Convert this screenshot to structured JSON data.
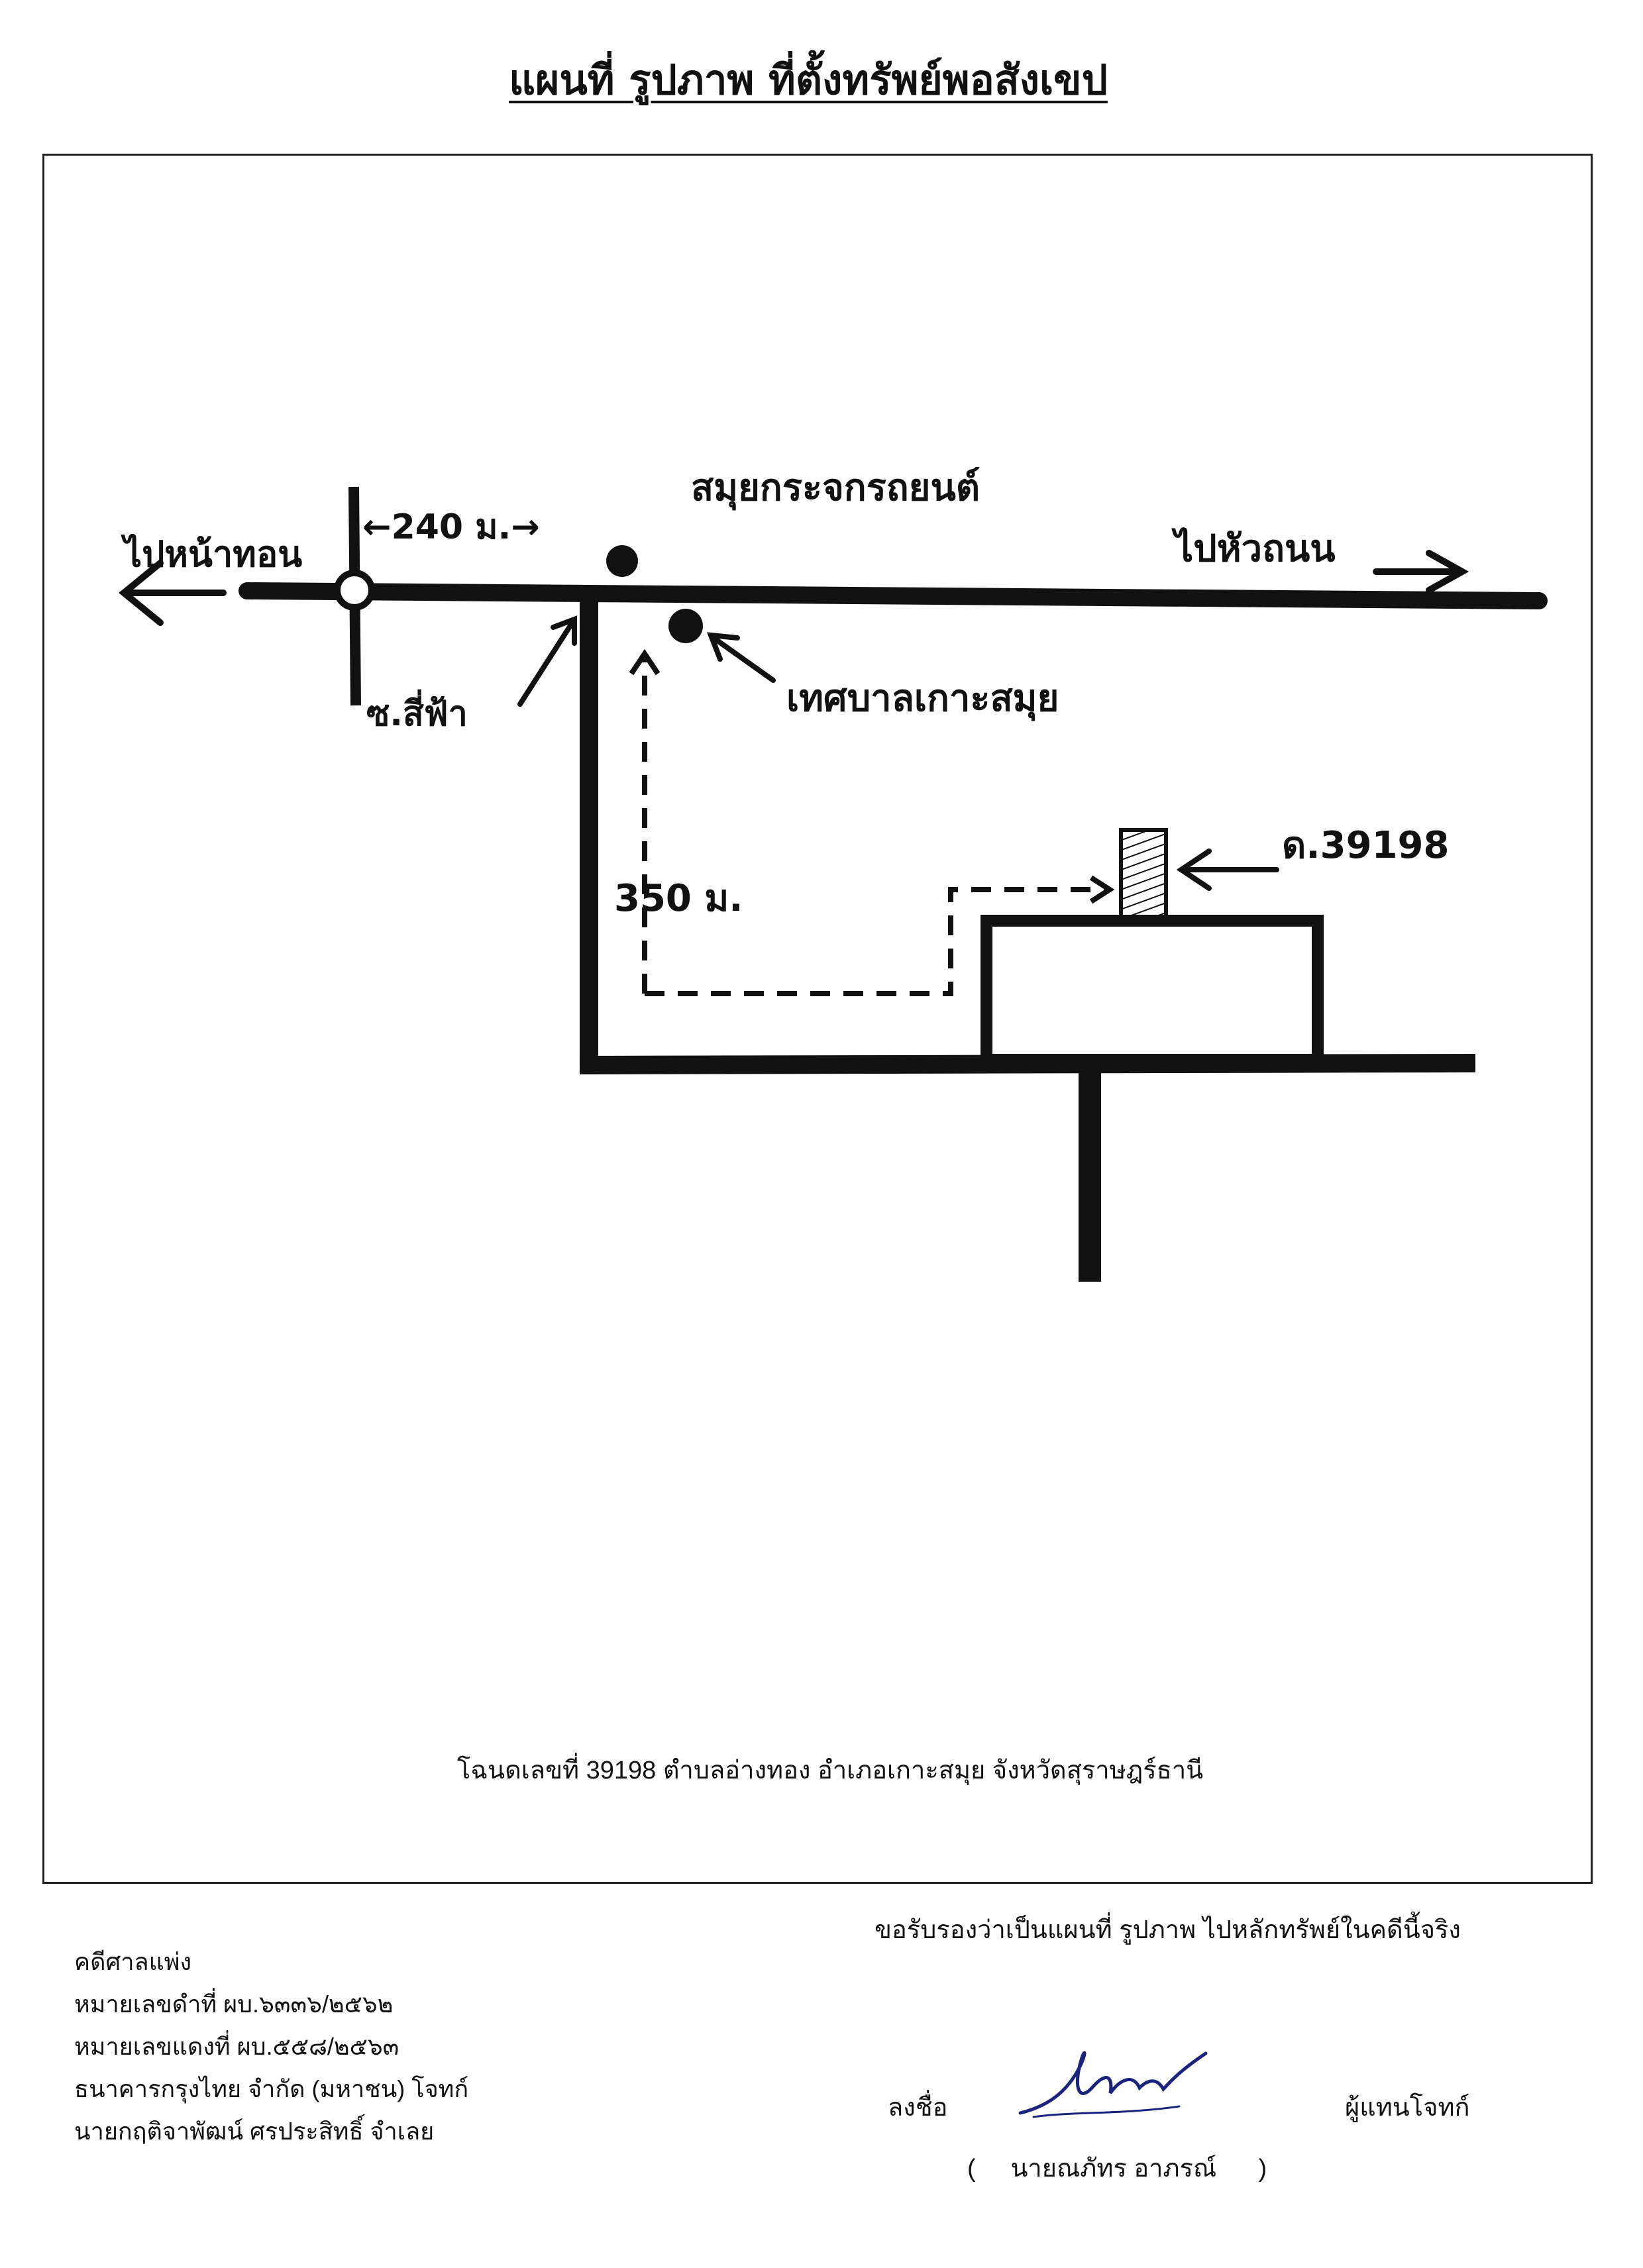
{
  "title": "แผนที่ รูปภาพ ที่ตั้งทรัพย์พอสังเขป",
  "map": {
    "label_left": "ไปหน้าทอน",
    "label_distance_top": "←240 ม.→",
    "label_shop": "สมุยกระจกรถยนต์",
    "label_right": "ไปหัวถนน",
    "label_soi": "ซ.สี่ฟ้า",
    "label_landmark": "เทศบาลเกาะสมุย",
    "label_distance_side": "350 ม.",
    "label_plot": "ด.39198"
  },
  "deed_caption": "โฉนดเลขที่ 39198 ตำบลอ่างทอง อำเภอเกาะสมุย จังหวัดสุราษฎร์ธานี",
  "certification": "ขอรับรองว่าเป็นแผนที่ รูปภาพ ไปหลักทรัพย์ในคดีนี้จริง",
  "case_info": {
    "line1": "คดีศาลแพ่ง",
    "line2": "หมายเลขดำที่ ผบ.๖๓๓๖/๒๕๖๒",
    "line3": "หมายเลขแดงที่   ผบ.๕๕๘/๒๕๖๓",
    "line4": "ธนาคารกรุงไทย จำกัด (มหาชน) โจทก์",
    "line5": "นายกฤติจาพัฒน์ ศรประสิทธิ์     จำเลย"
  },
  "signature": {
    "label": "ลงชื่อ",
    "role": "ผู้แทนโจทก์",
    "name": "(     นายณภัทร อาภรณ์      )"
  }
}
